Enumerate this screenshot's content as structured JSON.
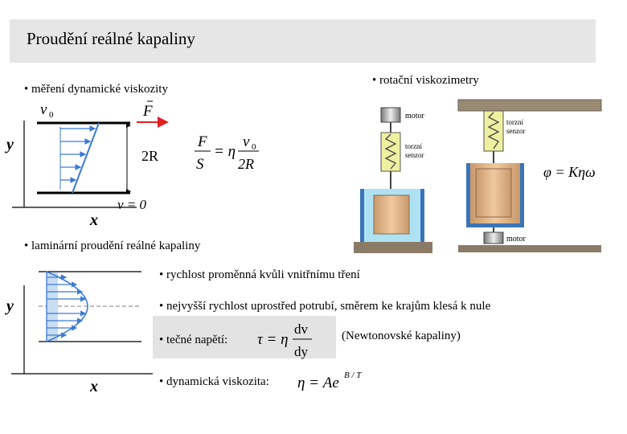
{
  "slide": {
    "title": "Proudění reálné kapaliny",
    "bullets": {
      "dynamic": "• měření dynamické viskozity",
      "rotational": "• rotační viskozimetry",
      "laminar": "• laminární proudění reálné kapaliny",
      "speed": "• rychlost proměnná kvůli vnitřnímu tření",
      "max": "• nejvyšší rychlost uprostřed potrubí, směrem ke krajům klesá k nule",
      "shear": "• tečné napětí:",
      "newtonian": "(Newtonovské kapaliny)",
      "viscosity": "• dynamická viskozita:"
    }
  },
  "diagram1": {
    "v0": "v",
    "v0_sub": "0",
    "F": "F",
    "y": "y",
    "x": "x",
    "twoR": "2R",
    "v_eq_0": "v = 0",
    "formula": {
      "F": "F",
      "S": "S",
      "eq": "= η",
      "v0": "v",
      "v0sub": "0",
      "twoR": "2R"
    }
  },
  "viscometers": {
    "left_motor": "motor",
    "left_sensor_1": "torzní",
    "left_sensor_2": "senzor",
    "right_sensor_1": "torzní",
    "right_sensor_2": "senzor",
    "right_motor": "motor",
    "formula": "φ = Kηω"
  },
  "diagram2": {
    "y": "y",
    "x": "x"
  },
  "formulas": {
    "tau": "τ = η",
    "dv": "dv",
    "dy": "dy",
    "eta": "η = Ae",
    "exp": "B / T"
  }
}
